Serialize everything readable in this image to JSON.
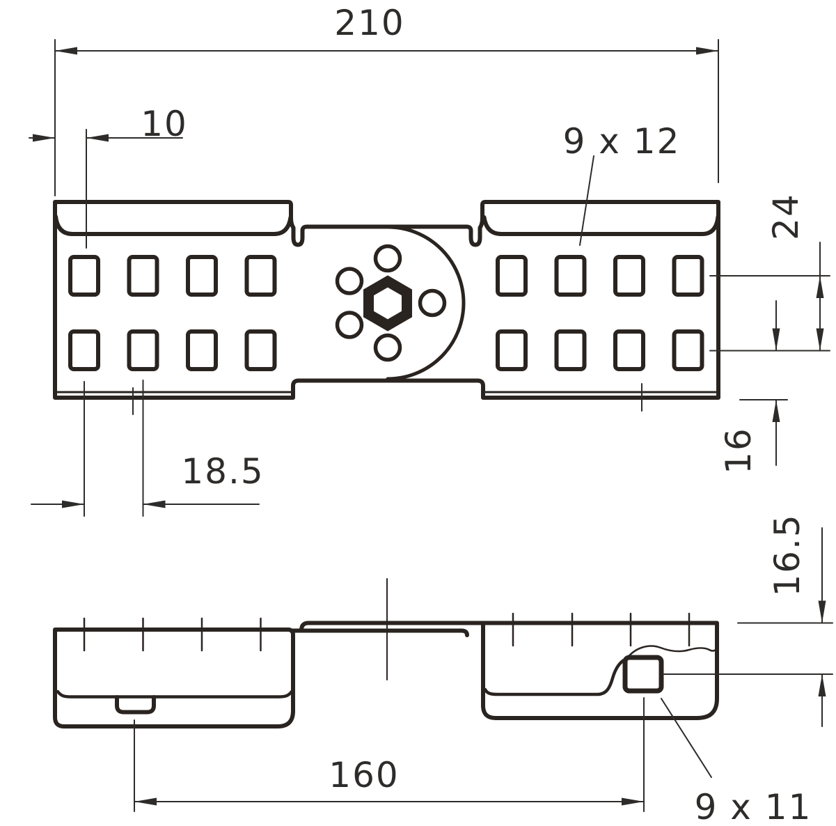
{
  "drawing": {
    "description": "Technical drawing of perforated longitudinal connector plate, top view and side view",
    "line_color": "#2a2421",
    "dim_color": "#2e2c2a",
    "background": "#ffffff",
    "labels": {
      "overall_width": "210",
      "edge_to_first_hole": "10",
      "hole_size_top": "9 x 12",
      "hole_row_spacing": "24",
      "row_to_bottom_edge": "16",
      "hole_pitch": "18.5",
      "side_hole_offset": "16.5",
      "tab_to_hole_distance": "160",
      "hole_size_side": "9 x 11"
    }
  }
}
